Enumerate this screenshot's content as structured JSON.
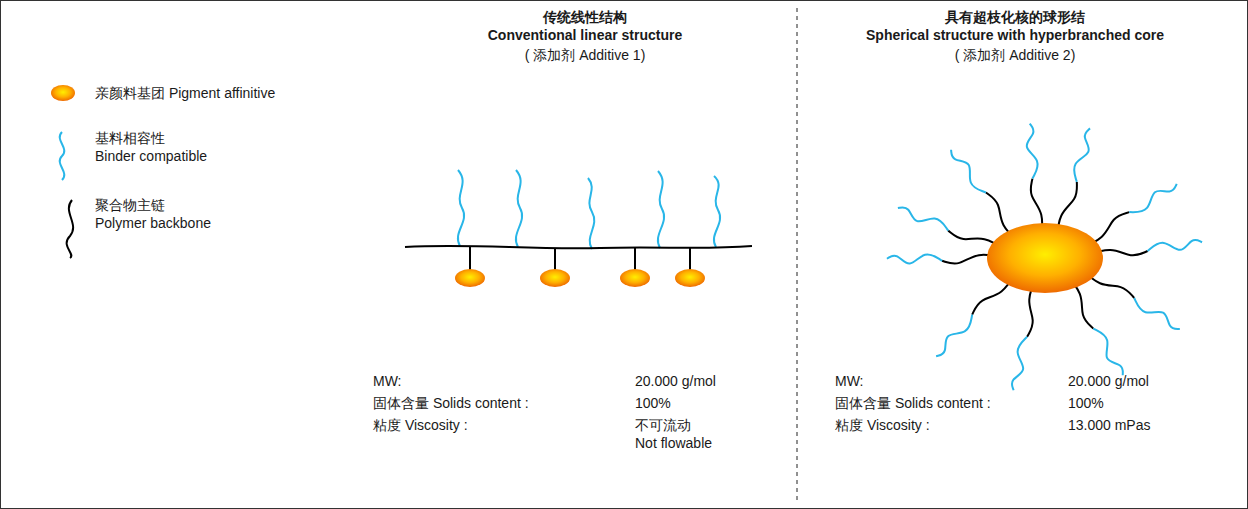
{
  "diagram": {
    "labels": [
      "传统线性结构 Conventional linear structure",
      "( 添加剂 Additive 1)",
      "具有超枝化核的球形结 Spherical structure with hyperbranched core",
      "( 添加剂 Additive 2)",
      "MW:",
      "20.000 g/mol",
      "固体含量 Solids content :",
      "100%",
      "粘度 Viscosity :",
      "不可流动 Not flowable",
      "MW:",
      "20.000 g/mol",
      "固体含量 Solids content :",
      "100%",
      "粘度 Viscosity :",
      "13.000 mPas"
    ],
    "legend": [
      {
        "text": "亲颜料基团 Pigment affinitive"
      },
      {
        "text": "基料相容性 Binder compatible"
      },
      {
        "text": "聚合物主链 Polymer backbone"
      }
    ]
  }
}
